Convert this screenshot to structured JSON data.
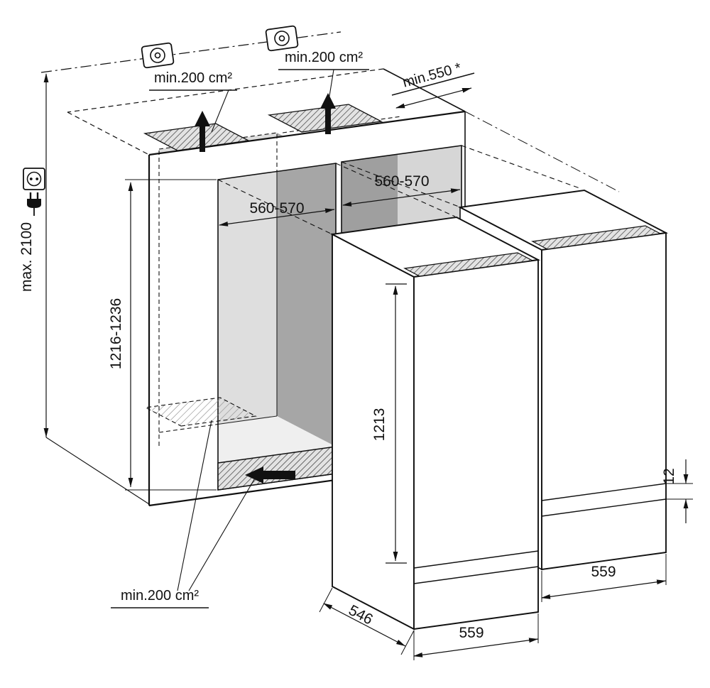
{
  "labels": {
    "vent_top_left": "min.200 cm²",
    "vent_top_right": "min.200 cm²",
    "vent_bottom": "min.200 cm²",
    "niche_depth": "min.550 *",
    "ceiling_height": "max. 2100",
    "niche_width_left": "560-570",
    "niche_width_right": "560-570",
    "niche_height": "1216-1236",
    "appliance_height": "1213",
    "door_gap": "12",
    "appliance_width_left": "559",
    "appliance_width_right": "559",
    "appliance_depth": "546"
  },
  "icons": [
    "power-socket-icon",
    "power-plug-icon",
    "mounting-plate-icon",
    "airflow-up-arrow-icon",
    "airflow-in-arrow-icon"
  ]
}
